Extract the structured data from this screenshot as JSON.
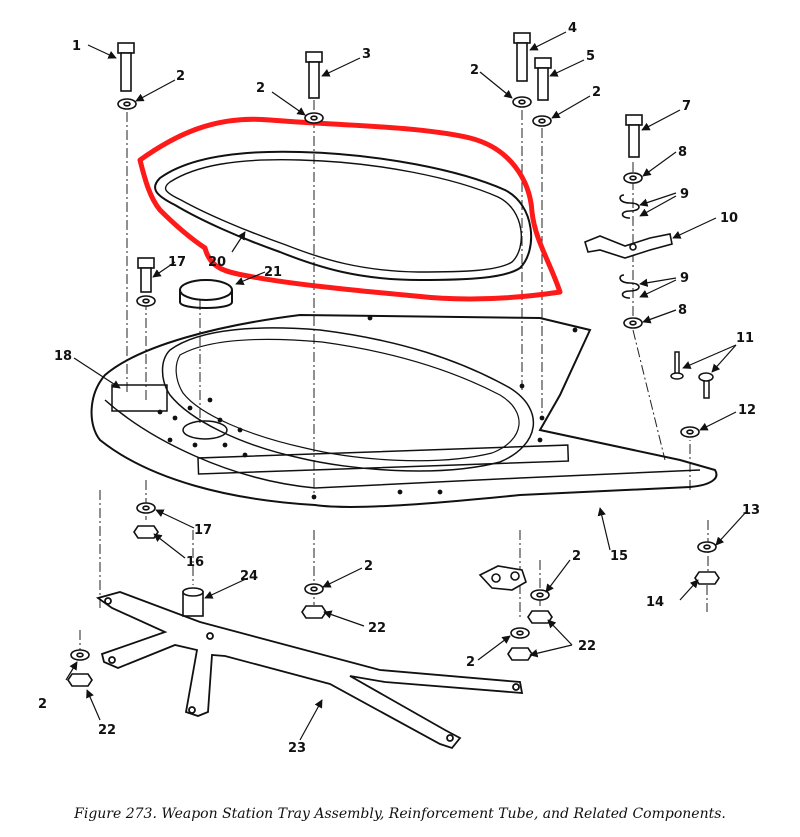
{
  "figure": {
    "caption": "Figure 273.  Weapon Station Tray Assembly, Reinforcement Tube, and Related Components."
  },
  "callouts": [
    "1",
    "2",
    "3",
    "2",
    "2",
    "4",
    "5",
    "2",
    "7",
    "8",
    "9",
    "10",
    "9",
    "8",
    "11",
    "12",
    "20",
    "17",
    "21",
    "18",
    "13",
    "17",
    "16",
    "15",
    "2",
    "24",
    "2",
    "22",
    "2",
    "22",
    "14",
    "2",
    "22",
    "23"
  ],
  "highlight": {
    "color": "#ff1a1a"
  }
}
